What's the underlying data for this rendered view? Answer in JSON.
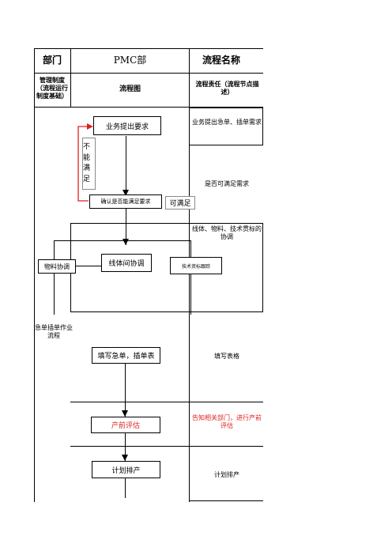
{
  "header": {
    "dept_label": "部门",
    "dept_value": "PMC部",
    "process_name_label": "流程名称"
  },
  "subheader": {
    "system_label": "管理制度（流程运行制度基础）",
    "flowchart_label": "流程图",
    "responsibility_label": "流程责任（流程节点描述）"
  },
  "left_column": {
    "process_title": "急单插单作业流程"
  },
  "flow_nodes": {
    "business_request": "业务提出要求",
    "cannot_satisfy": "不能满足",
    "confirm_satisfy": "确认是否能满足要求",
    "can_satisfy": "可满足",
    "line_coordination": "线体间协调",
    "material_coordination": "物料协调",
    "tech_standard_follow": "技术资标跟踪",
    "fill_urgent_form": "填写急单，插单表",
    "preproduction_eval": "产前评估",
    "plan_schedule": "计划排产"
  },
  "descriptions": {
    "d1": "业务提出急单、插单需求",
    "d2": "是否可满足需求",
    "d3": "线体、物料、技术贯标的协调",
    "d4": "填写表格",
    "d5": "告知相关部门，进行产前评估",
    "d6": "计划排产"
  },
  "colors": {
    "line": "#000000",
    "loop_line": "#e02020",
    "emphasis_text": "#e02020",
    "grey_border": "#8a8a8a"
  }
}
